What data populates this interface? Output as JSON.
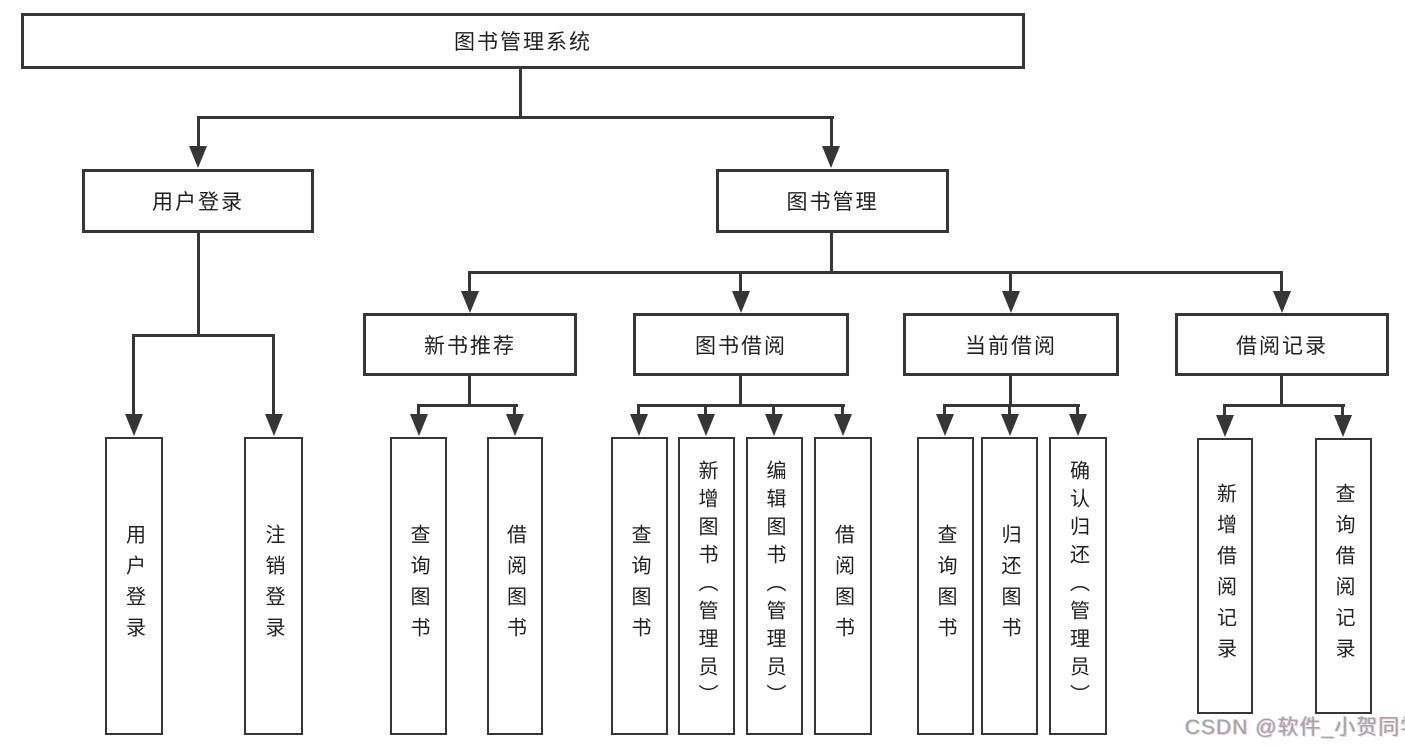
{
  "diagram": {
    "root": "图书管理系统",
    "level2": {
      "user_login": "用户登录",
      "book_mgmt": "图书管理"
    },
    "level3": {
      "new_book_rec": "新书推荐",
      "book_borrow": "图书借阅",
      "current_borrow": "当前借阅",
      "borrow_records": "借阅记录"
    },
    "leaves": {
      "user_login_leaf": "用户登录",
      "logout_leaf": "注销登录",
      "rec_query_book": "查询图书",
      "rec_borrow_book": "借阅图书",
      "bb_query_book": "查询图书",
      "bb_add_book": "新增图书（管理员）",
      "bb_edit_book": "编辑图书（管理员）",
      "bb_borrow_book": "借阅图书",
      "cur_query_book": "查询图书",
      "cur_return_book": "归还图书",
      "cur_confirm_return": "确认归还（管理员）",
      "br_add_record": "新增借阅记录",
      "br_query_record": "查询借阅记录"
    }
  },
  "watermark": "CSDN @软件_小贺同学",
  "colors": {
    "line": "#363636",
    "text": "#1f1f1f",
    "watermark": "#a3a3a3",
    "background": "#ffffff"
  }
}
